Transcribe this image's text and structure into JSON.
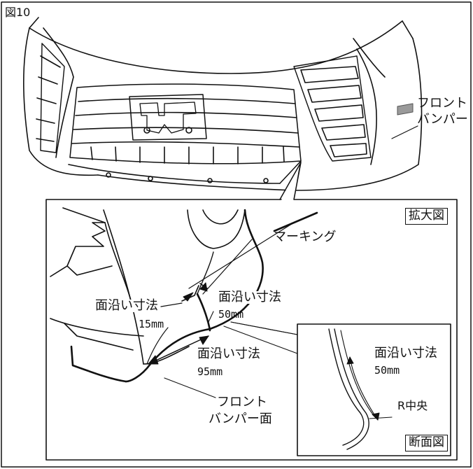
{
  "figure_number": "図10",
  "labels": {
    "front_bumper": [
      "フロント",
      "バンパー"
    ],
    "marking": "マーキング",
    "surface_15": [
      "面沿い寸法",
      "15mm"
    ],
    "surface_50": [
      "面沿い寸法",
      "50mm"
    ],
    "surface_95": [
      "面沿い寸法",
      "95mm"
    ],
    "bumper_face": [
      "フロント",
      "バンパー面"
    ],
    "enlarged_view": "拡大図",
    "section_dim": [
      "面沿い寸法",
      "50mm"
    ],
    "r_center": "R中央",
    "section_view": "断面図"
  },
  "colors": {
    "line": "#111111",
    "marking_fill": "#9a9a9a"
  }
}
